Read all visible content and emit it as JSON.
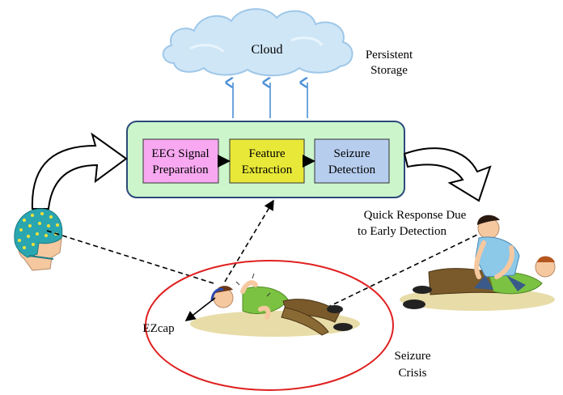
{
  "cloud": {
    "label": "Cloud"
  },
  "storage": {
    "line1": "Persistent",
    "line2": "Storage"
  },
  "pipeline": {
    "stage1": {
      "line1": "EEG Signal",
      "line2": "Preparation"
    },
    "stage2": {
      "line1": "Feature",
      "line2": "Extraction"
    },
    "stage3": {
      "line1": "Seizure",
      "line2": "Detection"
    }
  },
  "response": {
    "line1": "Quick Response Due",
    "line2": "to Early Detection"
  },
  "ezcap": {
    "label": "EZcap"
  },
  "crisis": {
    "line1": "Seizure",
    "line2": "Crisis"
  },
  "colors": {
    "cloud": "#cfe6f7",
    "cloud_outline": "#9ec7e8",
    "panel_fill": "#ccf5cc",
    "panel_stroke": "#2b4a7a",
    "stage1_fill": "#f7a8f0",
    "stage2_fill": "#e8e838",
    "stage3_fill": "#b6cdee",
    "up_arrows": "#4a8fd6",
    "ellipse": "#e02020",
    "cap": "#2aa6b0",
    "cap_dots": "#f2e23a",
    "skin": "#f6c8a0",
    "shirt_green": "#7cc242",
    "pants": "#7a5a2a",
    "shirt_blue": "#8cc8e8",
    "ground": "#e8dca8"
  }
}
